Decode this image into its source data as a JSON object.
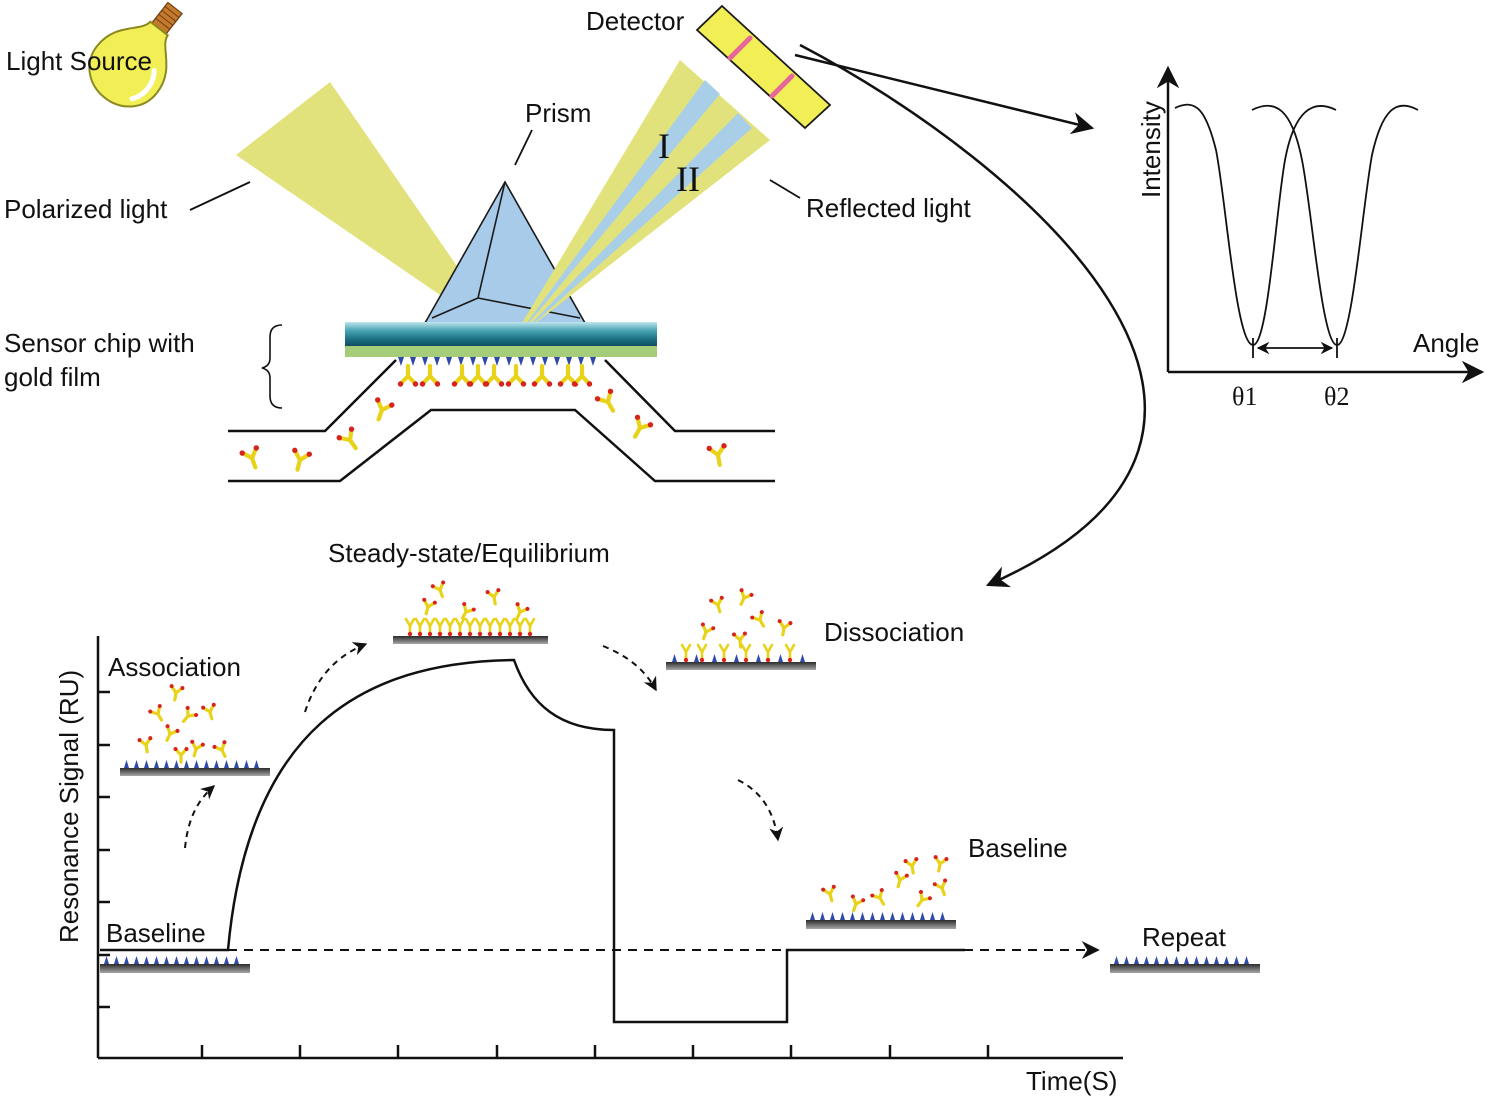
{
  "labels": {
    "light_source": "Light Source",
    "detector": "Detector",
    "prism": "Prism",
    "polarized_light": "Polarized light",
    "reflected_light": "Reflected light",
    "beam_1": "I",
    "beam_2": "II",
    "sensor_chip_line1": "Sensor chip with",
    "sensor_chip_line2": "gold film"
  },
  "angle_plot": {
    "y_label": "Intensity",
    "x_label": "Angle",
    "theta1": "θ1",
    "theta2": "θ2"
  },
  "sensorgram": {
    "y_label": "Resonance Signal (RU)",
    "x_label": "Time(S)",
    "stages": {
      "baseline_start": "Baseline",
      "association": "Association",
      "steady_state": "Steady-state/Equilibrium",
      "dissociation": "Dissociation",
      "baseline_end": "Baseline",
      "repeat": "Repeat"
    }
  },
  "colors": {
    "beam": "#e2e27d",
    "beam_inner": "#a9cfe8",
    "prism": "#a7cbe8",
    "gold": "#a5cc78",
    "bulb": "#f1ef55",
    "antibody_arm": "#e8d21a",
    "antibody_tip": "#d8231c",
    "ligand": "#2f4aa8"
  }
}
